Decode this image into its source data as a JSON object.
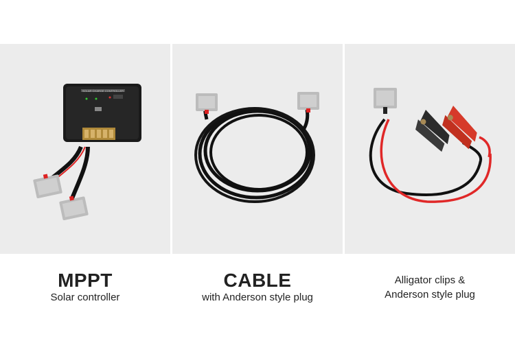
{
  "products": [
    {
      "title": "MPPT",
      "subtitle": "Solar controller",
      "image_icon": "solar-charge-controller-icon"
    },
    {
      "title": "CABLE",
      "subtitle": "with Anderson style plug",
      "image_icon": "cable-coil-icon"
    },
    {
      "title": "",
      "subtitle_lines": [
        "Alligator clips &",
        "Anderson style plug"
      ],
      "image_icon": "alligator-clips-icon"
    }
  ],
  "controller_label": "SOLAR CHARGE CONTROLLER",
  "colors": {
    "panel_bg": "#ececec",
    "plug_gray": "#b9b9b9",
    "cable_black": "#111111",
    "wire_red": "#e02828",
    "clip_red": "#d63a2a"
  }
}
